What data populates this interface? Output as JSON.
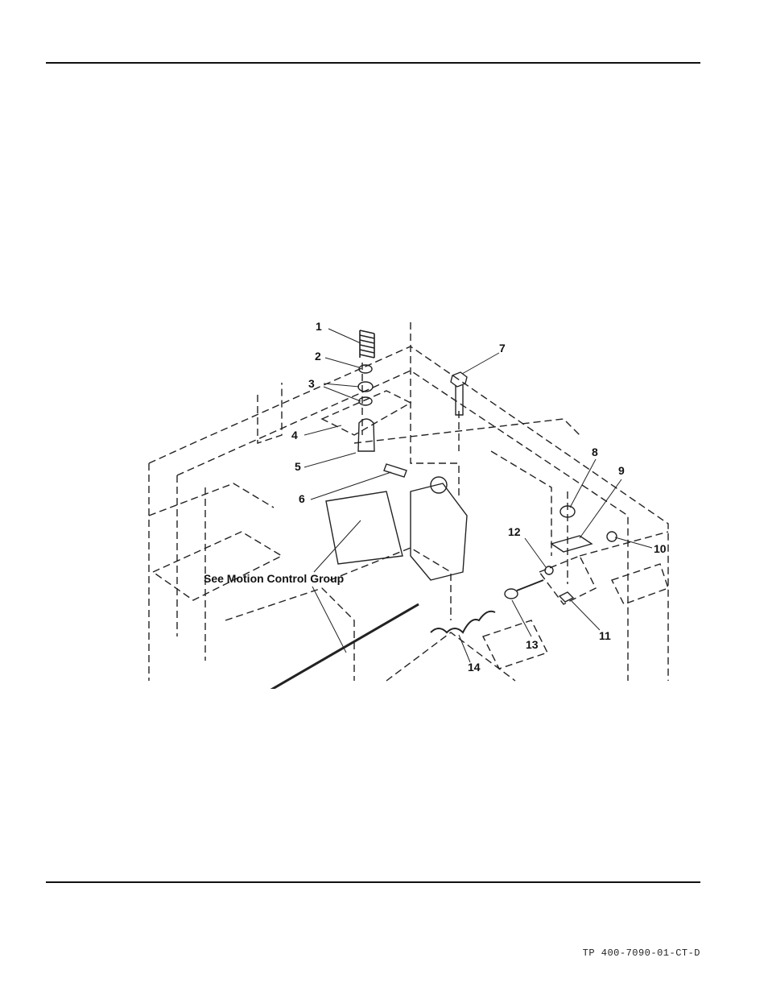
{
  "diagram": {
    "callouts": [
      "1",
      "2",
      "3",
      "4",
      "5",
      "6",
      "7",
      "8",
      "9",
      "10",
      "11",
      "12",
      "13",
      "14"
    ],
    "note": "See Motion Control Group"
  },
  "footer": {
    "code": "TP 400-7090-01-CT-D"
  }
}
